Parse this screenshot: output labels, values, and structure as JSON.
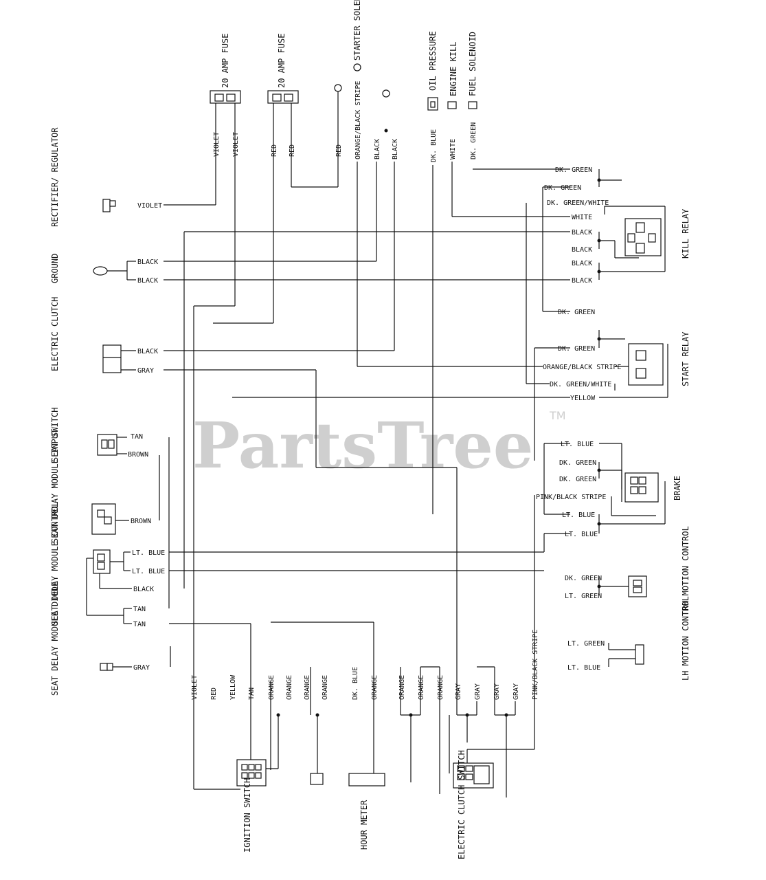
{
  "watermark": {
    "brand": "PartsTree",
    "tm": "TM"
  },
  "top_components": {
    "fuse": "20 AMP FUSE",
    "fuse2": "20 AMP FUSE",
    "starter": "STARTER SOLENOID",
    "oil": "OIL PRESSURE",
    "engine_kill": "ENGINE KILL",
    "fuel": "FUEL SOLENOID"
  },
  "top_wires": {
    "violet1": "VIOLET",
    "violet2": "VIOLET",
    "red1": "RED",
    "red2": "RED",
    "red3": "RED",
    "orange_black": "ORANGE/BLACK STRIPE",
    "black1": "BLACK",
    "black2": "BLACK",
    "dk_blue": "DK. BLUE",
    "white": "WHITE",
    "dk_green": "DK. GREEN"
  },
  "left_components": {
    "rectifier": "RECTIFIER/ REGULATOR",
    "ground": "GROUND",
    "clutch": "ELECTRIC CLUTCH",
    "seat_switch": "SEAT SWITCH",
    "seat_relay_input": "SEAT DELAY MODULE INPUT",
    "seat_relay_control": "SEAT DELAY MODULE CONTROL",
    "seat_diode": "SEAT DELAY MODULE DIODE"
  },
  "left_wires": {
    "violet": "VIOLET",
    "black1": "BLACK",
    "black2": "BLACK",
    "black3": "BLACK",
    "gray1": "GRAY",
    "tan1": "TAN",
    "brown1": "BROWN",
    "brown2": "BROWN",
    "lt_blue1": "LT. BLUE",
    "lt_blue2": "LT. BLUE",
    "black4": "BLACK",
    "tan2": "TAN",
    "tan3": "TAN",
    "gray2": "GRAY"
  },
  "right_components": {
    "kill_relay": "KILL RELAY",
    "start_relay": "START RELAY",
    "brake": "BRAKE",
    "rh_motion": "RH MOTION CONTROL",
    "lh_motion": "LH MOTION CONTROL"
  },
  "right_wires": {
    "dk_green1": "DK. GREEN",
    "dk_green2": "DK. GREEN",
    "dk_green_white1": "DK. GREEN/WHITE",
    "white": "WHITE",
    "black1": "BLACK",
    "black2": "BLACK",
    "black3": "BLACK",
    "black4": "BLACK",
    "dk_green3": "DK. GREEN",
    "dk_green4": "DK. GREEN",
    "orange_black": "ORANGE/BLACK STRIPE",
    "dk_green_white2": "DK. GREEN/WHITE",
    "yellow": "YELLOW",
    "lt_blue1": "LT. BLUE",
    "dk_green5": "DK. GREEN",
    "dk_green6": "DK. GREEN",
    "pink_black": "PINK/BLACK STRIPE",
    "lt_blue2": "LT. BLUE",
    "lt_blue3": "LT. BLUE",
    "dk_green7": "DK. GREEN",
    "lt_green1": "LT. GREEN",
    "lt_green2": "LT. GREEN",
    "lt_blue4": "LT. BLUE"
  },
  "bottom_wires": {
    "violet": "VIOLET",
    "red": "RED",
    "yellow": "YELLOW",
    "tan": "TAN",
    "orange1": "ORANGE",
    "orange2": "ORANGE",
    "orange3": "ORANGE",
    "orange4": "ORANGE",
    "dk_blue": "DK. BLUE",
    "orange5": "ORANGE",
    "orange6": "ORANGE",
    "orange7": "ORANGE",
    "orange8": "ORANGE",
    "gray1": "GRAY",
    "gray2": "GRAY",
    "gray3": "GRAY",
    "gray4": "GRAY",
    "pink_black": "PINK/BLACK STRIPE"
  },
  "bottom_components": {
    "ignition": "IGNITION SWITCH",
    "hour_meter": "HOUR METER",
    "clutch_switch": "ELECTRIC CLUTCH SWITCH"
  }
}
